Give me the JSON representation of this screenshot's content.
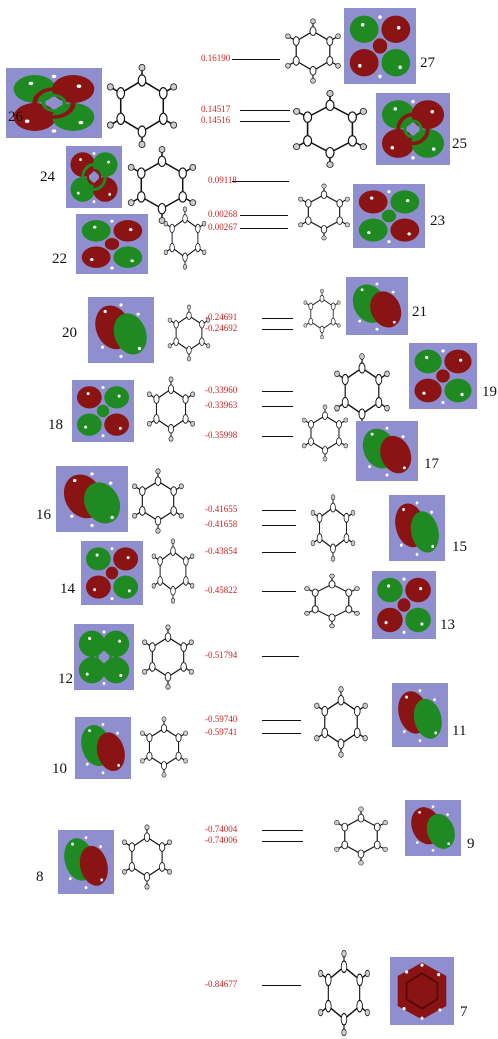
{
  "levels": [
    {
      "id": "l27",
      "label": "0.16190"
    },
    {
      "id": "l26a",
      "label": "0.14517"
    },
    {
      "id": "l26b",
      "label": "0.14516"
    },
    {
      "id": "l24",
      "label": "0.09118"
    },
    {
      "id": "l23a",
      "label": "0.00268"
    },
    {
      "id": "l23b",
      "label": "0.00267"
    },
    {
      "id": "l21a",
      "label": "-0.24691"
    },
    {
      "id": "l21b",
      "label": "-0.24692"
    },
    {
      "id": "l19a",
      "label": "-0.33960"
    },
    {
      "id": "l19b",
      "label": "-0.33963"
    },
    {
      "id": "l17",
      "label": "-0.35998"
    },
    {
      "id": "l16a",
      "label": "-0.41655"
    },
    {
      "id": "l16b",
      "label": "-0.41658"
    },
    {
      "id": "l14",
      "label": "-0.43854"
    },
    {
      "id": "l13",
      "label": "-0.45822"
    },
    {
      "id": "l12",
      "label": "-0.51794"
    },
    {
      "id": "l11a",
      "label": "-0.59740"
    },
    {
      "id": "l11b",
      "label": "-0.59741"
    },
    {
      "id": "l9a",
      "label": "-0.74004"
    },
    {
      "id": "l9b",
      "label": "-0.74006"
    },
    {
      "id": "l7",
      "label": "-0.84677"
    }
  ],
  "orbitals": [
    {
      "id": "o27",
      "number": "27",
      "colors": [
        "#1f8a22",
        "#8a1414"
      ]
    },
    {
      "id": "o26",
      "number": "26",
      "colors": [
        "#1f8a22",
        "#8a1414"
      ]
    },
    {
      "id": "o25",
      "number": "25",
      "colors": [
        "#1f8a22",
        "#8a1414"
      ]
    },
    {
      "id": "o24",
      "number": "24",
      "colors": [
        "#8a1414",
        "#1f8a22"
      ]
    },
    {
      "id": "o23",
      "number": "23",
      "colors": [
        "#8a1414",
        "#1f8a22"
      ]
    },
    {
      "id": "o22",
      "number": "22",
      "colors": [
        "#1f8a22",
        "#8a1414"
      ]
    },
    {
      "id": "o21",
      "number": "21",
      "colors": [
        "#1f8a22",
        "#8a1414"
      ]
    },
    {
      "id": "o20",
      "number": "20",
      "colors": [
        "#8a1414",
        "#1f8a22"
      ]
    },
    {
      "id": "o19",
      "number": "19",
      "colors": [
        "#1f8a22",
        "#8a1414"
      ]
    },
    {
      "id": "o18",
      "number": "18",
      "colors": [
        "#8a1414",
        "#1f8a22"
      ]
    },
    {
      "id": "o17",
      "number": "17",
      "colors": [
        "#1f8a22",
        "#8a1414"
      ]
    },
    {
      "id": "o16",
      "number": "16",
      "colors": [
        "#8a1414",
        "#1f8a22"
      ]
    },
    {
      "id": "o15",
      "number": "15",
      "colors": [
        "#8a1414",
        "#1f8a22"
      ]
    },
    {
      "id": "o14",
      "number": "14",
      "colors": [
        "#1f8a22",
        "#8a1414"
      ]
    },
    {
      "id": "o13",
      "number": "13",
      "colors": [
        "#1f8a22",
        "#8a1414"
      ]
    },
    {
      "id": "o12",
      "number": "12",
      "colors": [
        "#1f8a22",
        "#1f8a22"
      ]
    },
    {
      "id": "o11",
      "number": "11",
      "colors": [
        "#8a1414",
        "#1f8a22"
      ]
    },
    {
      "id": "o10",
      "number": "10",
      "colors": [
        "#1f8a22",
        "#8a1414"
      ]
    },
    {
      "id": "o9",
      "number": "9",
      "colors": [
        "#8a1414",
        "#1f8a22"
      ]
    },
    {
      "id": "o8",
      "number": "8",
      "colors": [
        "#1f8a22",
        "#8a1414"
      ]
    },
    {
      "id": "o7",
      "number": "7",
      "colors": [
        "#8a1414",
        "#8a1414"
      ]
    }
  ],
  "colors": {
    "level_label": "#cc2222",
    "panel": "#8f8fd0",
    "phase_a": "#1f8a22",
    "phase_b": "#8a1414"
  }
}
